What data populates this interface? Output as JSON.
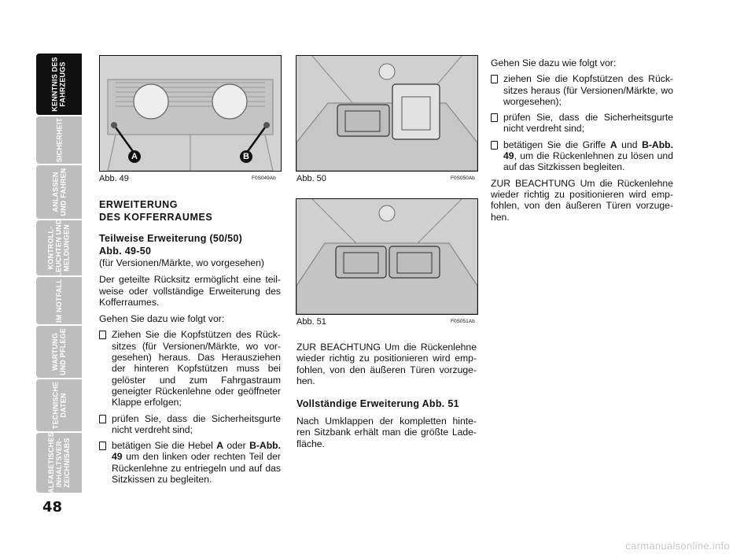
{
  "sidebar": {
    "tabs": [
      {
        "label": "KENNTNIS DES\nFAHRZEUGS",
        "active": true
      },
      {
        "label": "SICHERHEIT",
        "active": false
      },
      {
        "label": "ANLASSEN\nUND FAHREN",
        "active": false
      },
      {
        "label": "KONTROLL-\nLEUCHTEN UND\nMELDUNGEN",
        "active": false
      },
      {
        "label": "IM NOTFALL",
        "active": false
      },
      {
        "label": "WARTUNG\nUND PFLEGE",
        "active": false
      },
      {
        "label": "TECHNISCHE\nDATEN",
        "active": false
      },
      {
        "label": "ALFABETISCHES\nINHALTSVER-\nZEICHNISABS",
        "active": false
      }
    ]
  },
  "page_number": "48",
  "figures": {
    "fig49": {
      "caption": "Abb. 49",
      "code": "F0S049Ab",
      "label_a": "A",
      "label_b": "B"
    },
    "fig50": {
      "caption": "Abb. 50",
      "code": "F0S050Ab"
    },
    "fig51": {
      "caption": "Abb. 51",
      "code": "F0S051Ab"
    }
  },
  "col1": {
    "heading_line1": "ERWEITERUNG",
    "heading_line2": "DES KOFFERRAUMES",
    "subheading_line1": "Teilweise Erweiterung (50/50)",
    "subheading_line2": "Abb. 49-50",
    "note": "(für Versionen/Märkte, wo vorgesehen)",
    "para1": "Der geteilte Rücksitz ermöglicht eine teil- weise oder vollständige Erweiterung des Kofferraumes.",
    "intro": "Gehen Sie dazu wie folgt vor:",
    "bullet1": "Ziehen Sie die Kopfstützen des Rück- sitzes (für Versionen/Märkte, wo vor- gesehen) heraus. Das Herausziehen der hinteren Kopfstützen muss bei gelöster und zum Fahrgastraum geneigter Rückenlehne oder geöffneter Klappe erfolgen;",
    "bullet2": "prüfen Sie, dass die Sicherheitsgurte nicht verdreht sind;",
    "bullet3_pre": "betätigen Sie die Hebel ",
    "bullet3_a": "A",
    "bullet3_mid": " oder ",
    "bullet3_b": "B-Abb. 49",
    "bullet3_post": " um den linken oder rechten Teil der Rückenlehne zu entriegeln und auf das Sitzkissen zu begleiten."
  },
  "col2": {
    "note": "ZUR BEACHTUNG Um die Rückenlehne wieder richtig zu positionieren wird emp- fohlen, von den äußeren Türen vorzuge- hen.",
    "heading": "Vollständige Erweiterung Abb. 51",
    "para": "Nach Umklappen der kompletten hinte- ren Sitzbank erhält man die größte Lade- fläche."
  },
  "col3": {
    "intro": "Gehen Sie dazu wie folgt vor:",
    "bullet1": "ziehen Sie die Kopfstützen des Rück- sitzes heraus (für Versionen/Märkte, wo worgesehen);",
    "bullet2": "prüfen Sie, dass die Sicherheitsgurte nicht verdreht sind;",
    "bullet3_pre": "betätigen Sie die Griffe ",
    "bullet3_a": "A",
    "bullet3_mid": " und ",
    "bullet3_b": "B-Abb. 49",
    "bullet3_post": ", um die Rückenlehnen zu lösen und auf das Sitzkissen begleiten.",
    "note": "ZUR BEACHTUNG Um die Rückenlehne wieder richtig zu positionieren wird emp- fohlen, von den äußeren Türen vorzuge- hen."
  },
  "watermark": "carmanualsonline.info"
}
